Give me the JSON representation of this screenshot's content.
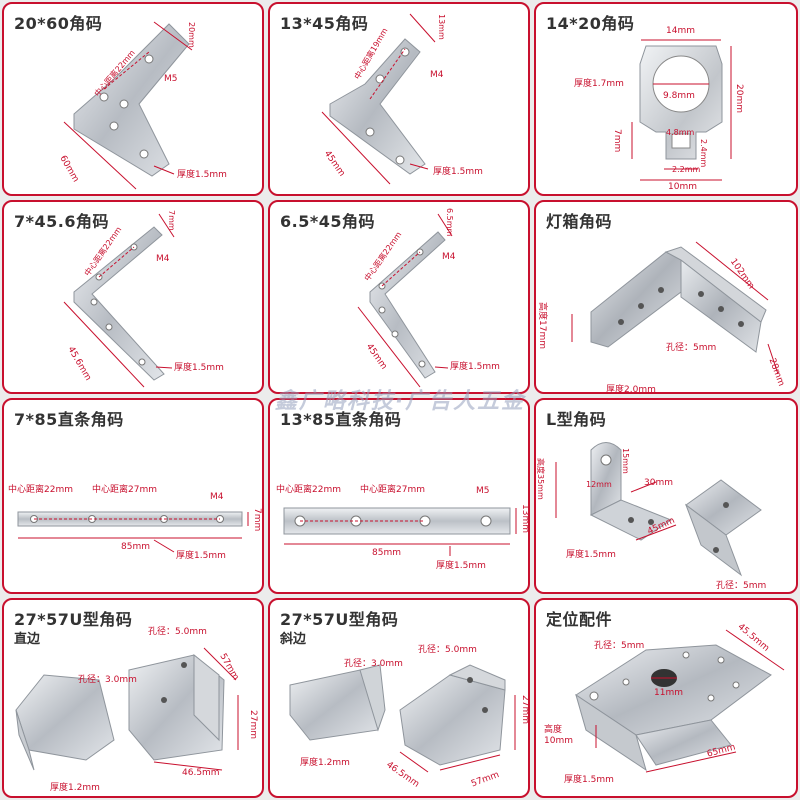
{
  "cells": [
    {
      "title": "20*60角码",
      "labels": {
        "a": "20mm",
        "b": "中心距离22mm",
        "c": "M5",
        "d": "60mm",
        "e": "厚度1.5mm"
      }
    },
    {
      "title": "13*45角码",
      "labels": {
        "a": "13mm",
        "b": "中心距离19mm",
        "c": "M4",
        "d": "45mm",
        "e": "厚度1.5mm"
      }
    },
    {
      "title": "14*20角码",
      "labels": {
        "a": "14mm",
        "b": "厚度1.7mm",
        "c": "9.8mm",
        "d": "20mm",
        "e": "7mm",
        "f": "4.8mm",
        "g": "2.4mm",
        "h": "2.2mm",
        "i": "10mm"
      }
    },
    {
      "title": "7*45.6角码",
      "labels": {
        "a": "7mm",
        "b": "中心距离22mm",
        "c": "M4",
        "d": "45.6mm",
        "e": "厚度1.5mm"
      }
    },
    {
      "title": "6.5*45角码",
      "labels": {
        "a": "6.5mm",
        "b": "中心距离22mm",
        "c": "M4",
        "d": "45mm",
        "e": "厚度1.5mm"
      }
    },
    {
      "title": "灯箱角码",
      "labels": {
        "a": "102mm",
        "b": "高度17mm",
        "c": "孔径：5mm",
        "d": "厚度2.0mm",
        "e": "28mm"
      }
    },
    {
      "title": "7*85直条角码",
      "labels": {
        "a": "中心距离22mm",
        "b": "中心距离27mm",
        "c": "M4",
        "d": "7mm",
        "e": "85mm",
        "f": "厚度1.5mm"
      }
    },
    {
      "title": "13*85直条角码",
      "labels": {
        "a": "中心距离22mm",
        "b": "中心距离27mm",
        "c": "M5",
        "d": "13mm",
        "e": "85mm",
        "f": "厚度1.5mm"
      }
    },
    {
      "title": "L型角码",
      "labels": {
        "a": "高度35mm",
        "b": "15mm",
        "c": "12mm",
        "d": "30mm",
        "e": "45mm",
        "f": "厚度1.5mm",
        "g": "孔径：5mm"
      }
    },
    {
      "title": "27*57U型角码",
      "subtitle": "直边",
      "labels": {
        "a": "孔径：5.0mm",
        "b": "孔径：3.0mm",
        "c": "57mm",
        "d": "27mm",
        "e": "厚度1.2mm",
        "f": "46.5mm"
      }
    },
    {
      "title": "27*57U型角码",
      "subtitle": "斜边",
      "labels": {
        "a": "孔径：5.0mm",
        "b": "孔径：3.0mm",
        "c": "27mm",
        "d": "厚度1.2mm",
        "e": "46.5mm",
        "f": "57mm"
      }
    },
    {
      "title": "定位配件",
      "labels": {
        "a": "孔径：5mm",
        "b": "45.5mm",
        "c": "11mm",
        "d": "高度",
        "e": "10mm",
        "f": "65mm",
        "g": "厚度1.5mm"
      }
    }
  ],
  "watermark": "鑫广略科技·广告人五金",
  "colors": {
    "border": "#c8102e",
    "dim": "#c8102e",
    "metal": "#c9ccd1"
  }
}
